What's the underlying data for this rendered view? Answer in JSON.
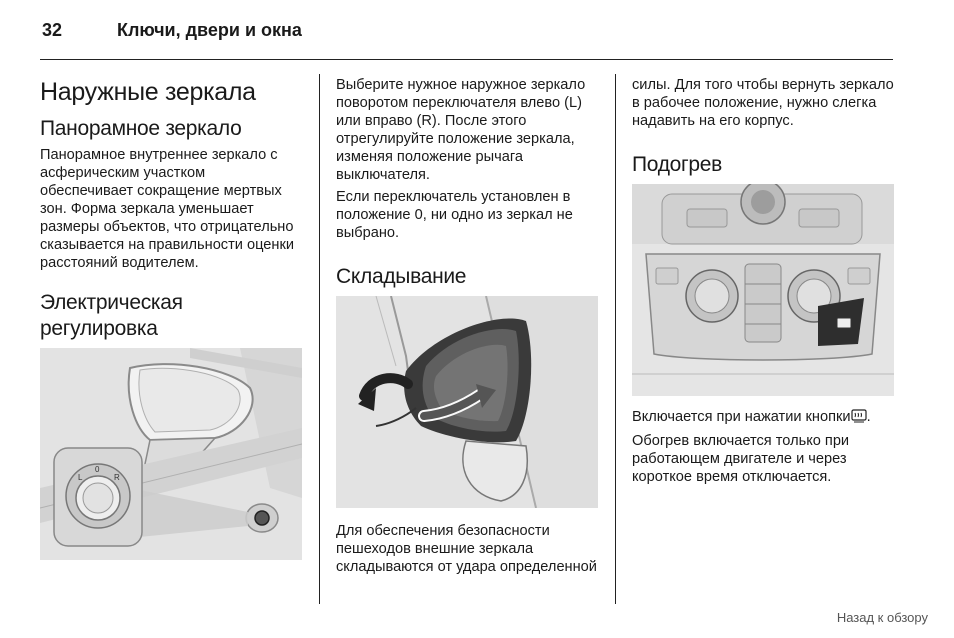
{
  "header": {
    "page_number": "32",
    "chapter_title": "Ключи, двери и окна"
  },
  "column1": {
    "title": "Наружные зеркала",
    "panoramic_heading": "Панорамное зеркало",
    "panoramic_text": "Панорамное внутреннее зеркало с асферическим участком обеспечивает сокращение мертвых зон. Форма зеркала уменьшает размеры объектов, что отрицательно сказывается на правильности оценки расстояний водителем.",
    "electric_heading": "Электрическая регулировка",
    "figure_switch_labels": {
      "left": "L",
      "zero": "0",
      "right": "R"
    }
  },
  "column2": {
    "select_text": "Выберите нужное наружное зеркало поворотом переключателя влево (L) или вправо (R). После этого отрегулируйте положение зеркала, изменяя положение рычага выключателя.",
    "neutral_text": "Если переключатель установлен в положение 0, ни одно из зеркал не выбрано.",
    "folding_heading": "Складывание",
    "folding_text": "Для обеспечения безопасности пешеходов внешние зеркала складываются от удара определенной"
  },
  "column3": {
    "continued_text": "силы. Для того чтобы вернуть зеркало в рабочее положение, нужно слегка надавить на его корпус.",
    "heating_heading": "Подогрев",
    "activation_text": "Включается при нажатии кнопки",
    "activation_icon": "rear-window-heater-icon",
    "activation_end": ".",
    "heating_note": "Обогрев включается только при работающем двигателе и через короткое время отключается."
  },
  "footer": {
    "back_link": "Назад к обзору"
  }
}
